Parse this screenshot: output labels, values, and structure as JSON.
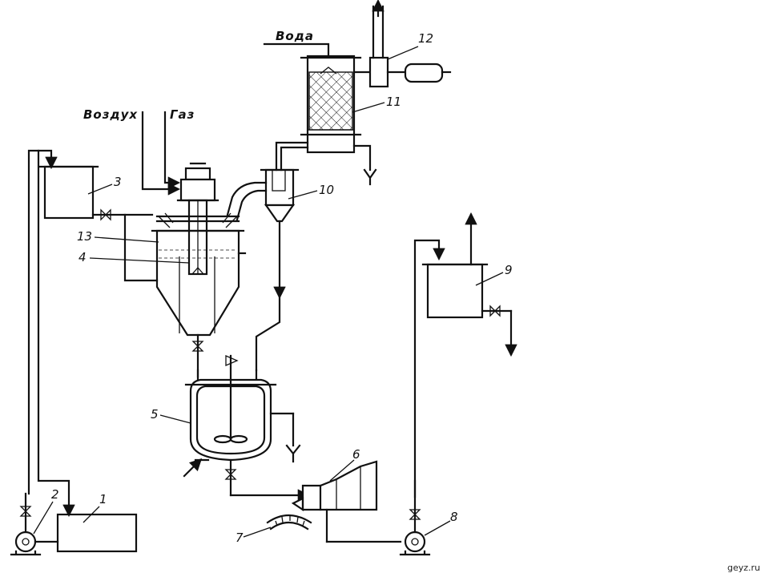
{
  "labels": {
    "air": "Воздух",
    "gas": "Газ",
    "water": "Вода"
  },
  "numbers": {
    "n1": "1",
    "n2": "2",
    "n3": "3",
    "n4": "4",
    "n5": "5",
    "n6": "6",
    "n7": "7",
    "n8": "8",
    "n9": "9",
    "n10": "10",
    "n11": "11",
    "n12": "12",
    "n13": "13"
  },
  "watermark": "geyz.ru",
  "icons": {
    "arrow": "arrow-icon",
    "valve": "valve-icon",
    "pump": "pump-icon",
    "motor": "motor-icon",
    "stirrer": "stirrer-icon",
    "drain": "drain-icon"
  }
}
